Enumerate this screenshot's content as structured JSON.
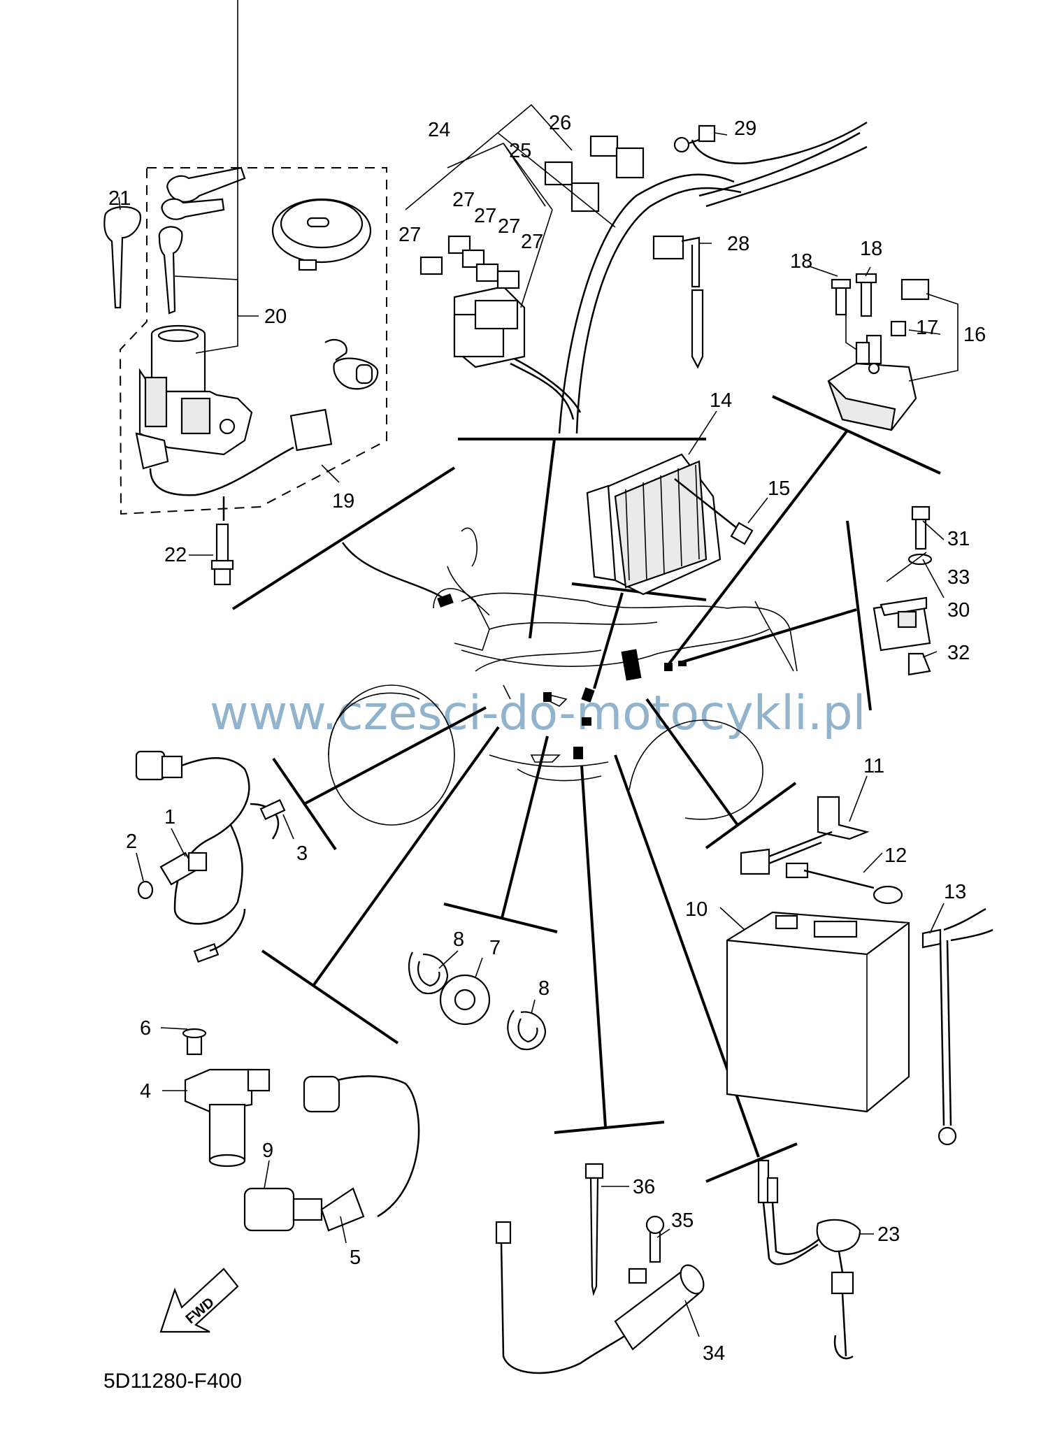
{
  "diagram_code": "5D11280-F400",
  "watermark": "www.czesci-do-motocykli.pl",
  "fwd_label": "FWD",
  "icons": {
    "fwd": "fwd-arrow-icon"
  },
  "callouts": [
    {
      "id": "c1",
      "text": "1"
    },
    {
      "id": "c2",
      "text": "2"
    },
    {
      "id": "c3",
      "text": "3"
    },
    {
      "id": "c4",
      "text": "4"
    },
    {
      "id": "c5",
      "text": "5"
    },
    {
      "id": "c6",
      "text": "6"
    },
    {
      "id": "c7",
      "text": "7"
    },
    {
      "id": "c8a",
      "text": "8"
    },
    {
      "id": "c8b",
      "text": "8"
    },
    {
      "id": "c9",
      "text": "9"
    },
    {
      "id": "c10",
      "text": "10"
    },
    {
      "id": "c11",
      "text": "11"
    },
    {
      "id": "c12",
      "text": "12"
    },
    {
      "id": "c13",
      "text": "13"
    },
    {
      "id": "c14",
      "text": "14"
    },
    {
      "id": "c15",
      "text": "15"
    },
    {
      "id": "c16",
      "text": "16"
    },
    {
      "id": "c17",
      "text": "17"
    },
    {
      "id": "c18a",
      "text": "18"
    },
    {
      "id": "c18b",
      "text": "18"
    },
    {
      "id": "c19",
      "text": "19"
    },
    {
      "id": "c20",
      "text": "20"
    },
    {
      "id": "c21",
      "text": "21"
    },
    {
      "id": "c22",
      "text": "22"
    },
    {
      "id": "c23",
      "text": "23"
    },
    {
      "id": "c24",
      "text": "24"
    },
    {
      "id": "c25",
      "text": "25"
    },
    {
      "id": "c26",
      "text": "26"
    },
    {
      "id": "c27a",
      "text": "27"
    },
    {
      "id": "c27b",
      "text": "27"
    },
    {
      "id": "c27c",
      "text": "27"
    },
    {
      "id": "c27d",
      "text": "27"
    },
    {
      "id": "c27e",
      "text": "27"
    },
    {
      "id": "c28",
      "text": "28"
    },
    {
      "id": "c29",
      "text": "29"
    },
    {
      "id": "c30",
      "text": "30"
    },
    {
      "id": "c31",
      "text": "31"
    },
    {
      "id": "c32",
      "text": "32"
    },
    {
      "id": "c33",
      "text": "33"
    },
    {
      "id": "c34",
      "text": "34"
    },
    {
      "id": "c35",
      "text": "35"
    },
    {
      "id": "c36",
      "text": "36"
    }
  ]
}
